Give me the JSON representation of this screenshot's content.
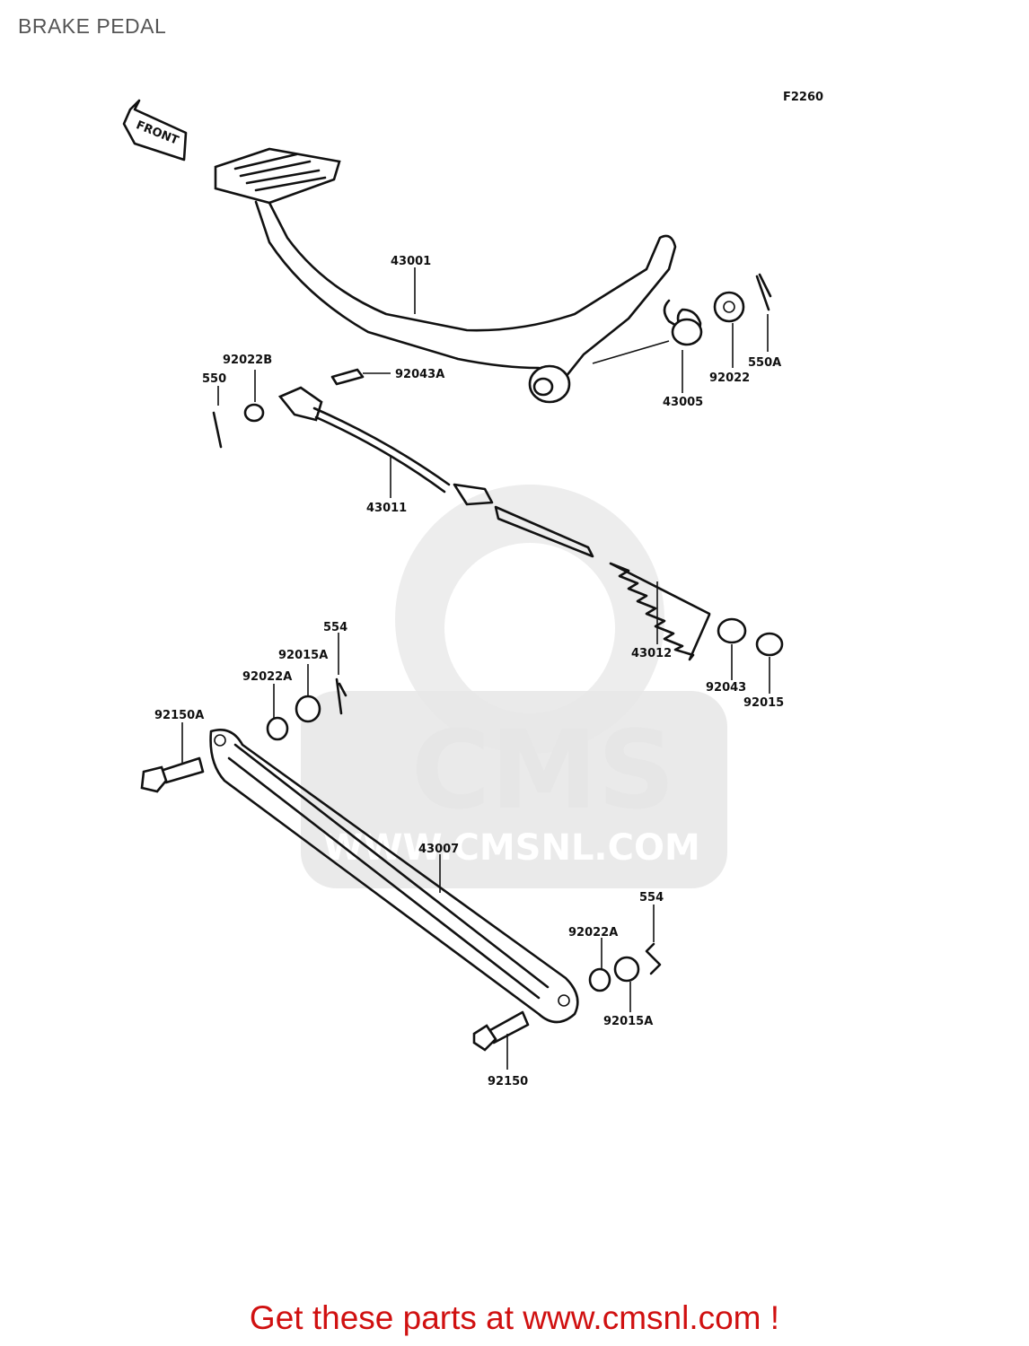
{
  "page": {
    "title": "BRAKE PEDAL",
    "figure_code": "F2260",
    "front_marker": "FRONT",
    "footer_text": "Get these parts at www.cmsnl.com !"
  },
  "watermark": {
    "brand": "CMS",
    "url": "WWW.CMSNL.COM"
  },
  "parts": [
    {
      "id": "43001"
    },
    {
      "id": "43005"
    },
    {
      "id": "92022"
    },
    {
      "id": "550A"
    },
    {
      "id": "92022B"
    },
    {
      "id": "550"
    },
    {
      "id": "92043A"
    },
    {
      "id": "43011"
    },
    {
      "id": "43012"
    },
    {
      "id": "92043"
    },
    {
      "id": "92015"
    },
    {
      "id": "554"
    },
    {
      "id": "92015A"
    },
    {
      "id": "92022A"
    },
    {
      "id": "92150A"
    },
    {
      "id": "43007"
    },
    {
      "id": "554"
    },
    {
      "id": "92022A"
    },
    {
      "id": "92015A"
    },
    {
      "id": "92150"
    }
  ],
  "colors": {
    "title": "#555555",
    "footer": "#d01010",
    "line_art": "#111111",
    "watermark": "#e6e6e6"
  }
}
